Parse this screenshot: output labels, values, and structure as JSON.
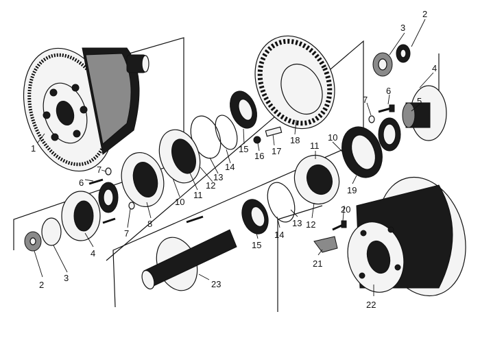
{
  "diagram": {
    "callouts": [
      "1",
      "2",
      "3",
      "4",
      "5",
      "6",
      "7",
      "8",
      "10",
      "11",
      "12",
      "13",
      "14",
      "15",
      "16",
      "17",
      "18",
      "19",
      "20",
      "21",
      "22",
      "23"
    ],
    "labels": {
      "l1": "1",
      "l2a": "2",
      "l3a": "3",
      "l4a": "4",
      "l5": "5",
      "l6a": "6",
      "l7a": "7",
      "l2b": "2",
      "l3b": "3",
      "l4b": "4",
      "l6b": "6",
      "l7b": "7",
      "l7c": "7",
      "l8": "8",
      "l10a": "10",
      "l11a": "11",
      "l12a": "12",
      "l13a": "13",
      "l14a": "14",
      "l15a": "15",
      "l16": "16",
      "l17": "17",
      "l18": "18",
      "l11b": "11",
      "l10b": "10",
      "l19": "19",
      "l12b": "12",
      "l13b": "13",
      "l14b": "14",
      "l15b": "15",
      "l20": "20",
      "l21": "21",
      "l22": "22",
      "l23": "23"
    }
  }
}
